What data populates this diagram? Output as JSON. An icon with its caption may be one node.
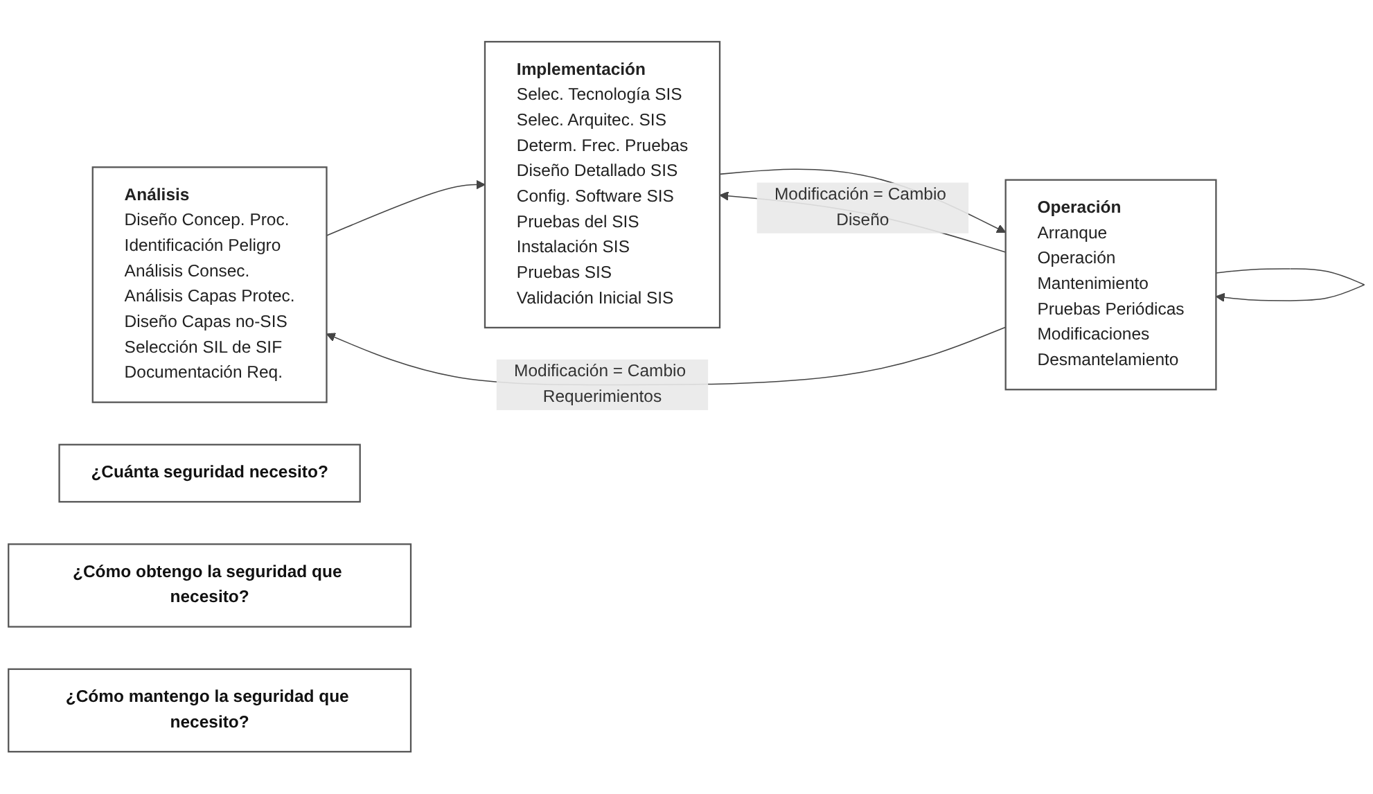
{
  "diagram": {
    "nodes": [
      {
        "text": [
          "Análisis",
          "Diseño Concep. Proc.",
          "Identificación Peligro",
          "Análisis Consec.",
          "Análisis Capas Protec.",
          "Diseño Capas no-SIS",
          "Selección SIL de SIF",
          "Documentación Req."
        ]
      },
      {
        "text": [
          "Implementación",
          "Selec. Tecnología SIS",
          "Selec. Arquitec. SIS",
          "Determ. Frec. Pruebas",
          "Diseño Detallado SIS",
          "Config. Software SIS",
          "Pruebas del SIS",
          "Instalación SIS",
          "Pruebas SIS",
          "Validación Inicial SIS"
        ]
      },
      {
        "text": [
          "Operación",
          "Arranque",
          "Operación",
          "Mantenimiento",
          "Pruebas Periódicas",
          "Modificaciones",
          "Desmantelamiento"
        ]
      },
      {
        "text": [
          "¿Cuánta seguridad necesito?"
        ]
      },
      {
        "text": [
          "¿Cómo obtengo la seguridad que necesito?"
        ]
      },
      {
        "text": [
          "¿Cómo mantengo la seguridad que necesito?"
        ]
      }
    ],
    "edges": [
      {
        "from": 0,
        "to": 1,
        "arrow": "to"
      },
      {
        "from": 1,
        "to": 2,
        "arrow": "to"
      },
      {
        "from": 2,
        "to": 2,
        "arrow": "to"
      },
      {
        "from": 2,
        "to": 1,
        "arrow": "to",
        "label": "Modificación = Cambio Diseño"
      },
      {
        "from": 2,
        "to": 0,
        "arrow": "to",
        "label": "Modificación = Cambio Requerimientos"
      }
    ]
  }
}
